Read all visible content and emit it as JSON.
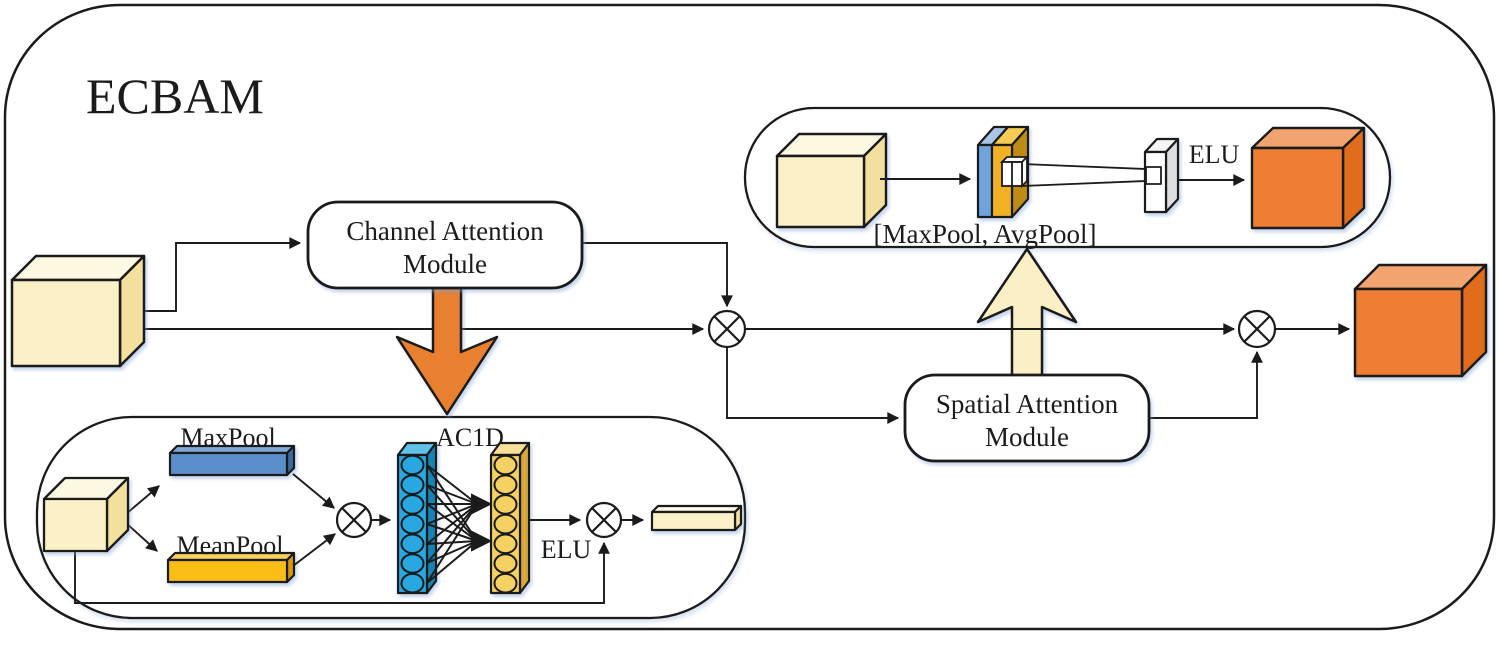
{
  "figure": {
    "title": "ECBAM",
    "channel_attention_module": {
      "line1": "Channel Attention",
      "line2": "Module"
    },
    "spatial_attention_module": {
      "line1": "Spatial Attention",
      "line2": "Module"
    },
    "channel_detail": {
      "maxpool_label": "MaxPool",
      "meanpool_label": "MeanPool",
      "conv_label": "AC1D",
      "activation_label": "ELU"
    },
    "spatial_detail": {
      "pool_concat_label": "[MaxPool, AvgPool]",
      "activation_label": "ELU"
    },
    "colors": {
      "input_feature_cream": "#FBF0C8",
      "output_feature_orange": "#EE7E33",
      "channel_attention_arrow": "#E8802F",
      "spatial_attention_arrow": "#FAEFC5",
      "maxpool_bar_blue": "#5B8FCB",
      "meanpool_bar_amber": "#FBBE17",
      "conv_column_blue": "#29A7E0",
      "conv_column_yellow": "#F5D063"
    }
  }
}
